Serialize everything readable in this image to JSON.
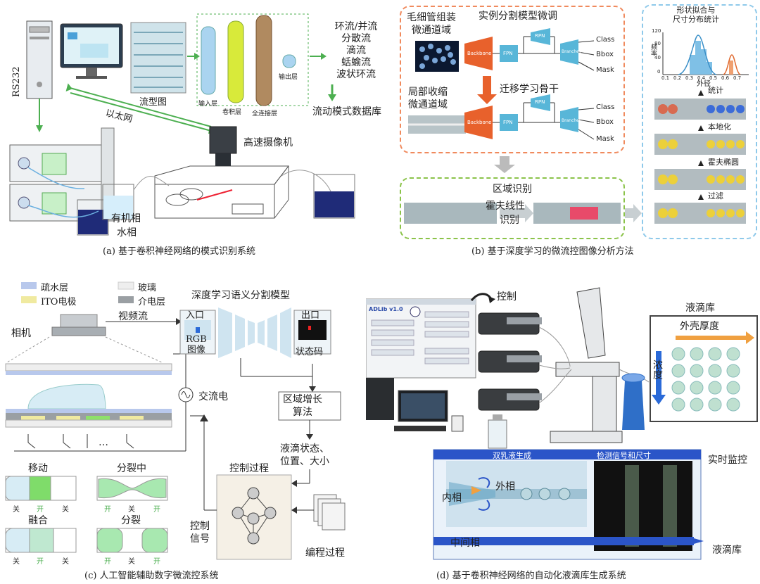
{
  "panel_a": {
    "caption": "(a) 基于卷积神经网络的模式识别系统",
    "rs232": "RS232",
    "ethernet": "以太网",
    "flow_image": "流型图",
    "input_layer": "输入层",
    "conv_layer": "卷积层",
    "fc_layer": "全连接层",
    "output_layer": "输出层",
    "flow_types": [
      "环流/并流",
      "分散流",
      "滴流",
      "蛞蝓流",
      "波状环流"
    ],
    "database": "流动模式数据库",
    "camera": "高速摄像机",
    "organic": "有机相",
    "water": "水相"
  },
  "panel_b": {
    "caption": "(b) 基于深度学习的微流控图像分析方法",
    "capillary": [
      "毛细管组装",
      "微通道域"
    ],
    "finetune": "实例分割模型微调",
    "local_shrink": [
      "局部收缩",
      "微通道域"
    ],
    "transfer": "迁移学习骨干",
    "backbone": "Backbone",
    "fpn": "FPN",
    "rpn": "RPN",
    "branches": "Branches",
    "outputs": [
      "Class",
      "Bbox",
      "Mask"
    ],
    "region": "区域识别",
    "hough_line": "霍夫线性",
    "identify": "识别",
    "shape_fit": [
      "形状拟合与",
      "尺寸分布统计"
    ],
    "freq": "频率",
    "outer_d": "外径",
    "steps": [
      "统计",
      "本地化",
      "霍夫椭圆",
      "过滤"
    ],
    "y_ticks": [
      "0",
      "40",
      "80",
      "120"
    ],
    "x_ticks": [
      "0.1",
      "0.2",
      "0.3",
      "0.4",
      "0.5",
      "0.6",
      "0.7"
    ]
  },
  "panel_c": {
    "caption": "(c) 人工智能辅助数字微流控系统",
    "hydrophobic": "疏水层",
    "glass": "玻璃",
    "ito": "ITO电极",
    "dielectric": "介电层",
    "model": "深度学习语义分割模型",
    "entrance": "入口",
    "exit": "出口",
    "rgb": [
      "RGB",
      "图像"
    ],
    "status": "状态码",
    "camera": "相机",
    "video": "视频流",
    "ac": "交流电",
    "region_grow": [
      "区域增长",
      "算法"
    ],
    "drop_state": [
      "液滴状态、",
      "位置、大小"
    ],
    "control_process": "控制过程",
    "control_signal": [
      "控制",
      "信号"
    ],
    "programming": "编程过程",
    "move": "移动",
    "splitting": "分裂中",
    "merge": "融合",
    "split": "分裂",
    "off": "关",
    "on": "开",
    "dots": "…"
  },
  "panel_d": {
    "caption": "(d) 基于卷积神经网络的自动化液滴库生成系统",
    "control": "控制",
    "library": "液滴库",
    "shell": "外壳厚度",
    "concentration": "浓度",
    "realtime": "实时监控",
    "double_emulsion": "双乳液生成",
    "detect": "检测信号和尺寸",
    "inner": "内相",
    "outer": "外相",
    "middle": "中间相",
    "library2": "液滴库",
    "software": "ADLib v1.0"
  },
  "colors": {
    "orange": "#f08a5d",
    "green": "#8bc34a",
    "blue": "#8ec9ea",
    "conv_yellow": "#d8ea3a",
    "fc_brown": "#b08a60",
    "input_blue": "#aad4f0"
  }
}
